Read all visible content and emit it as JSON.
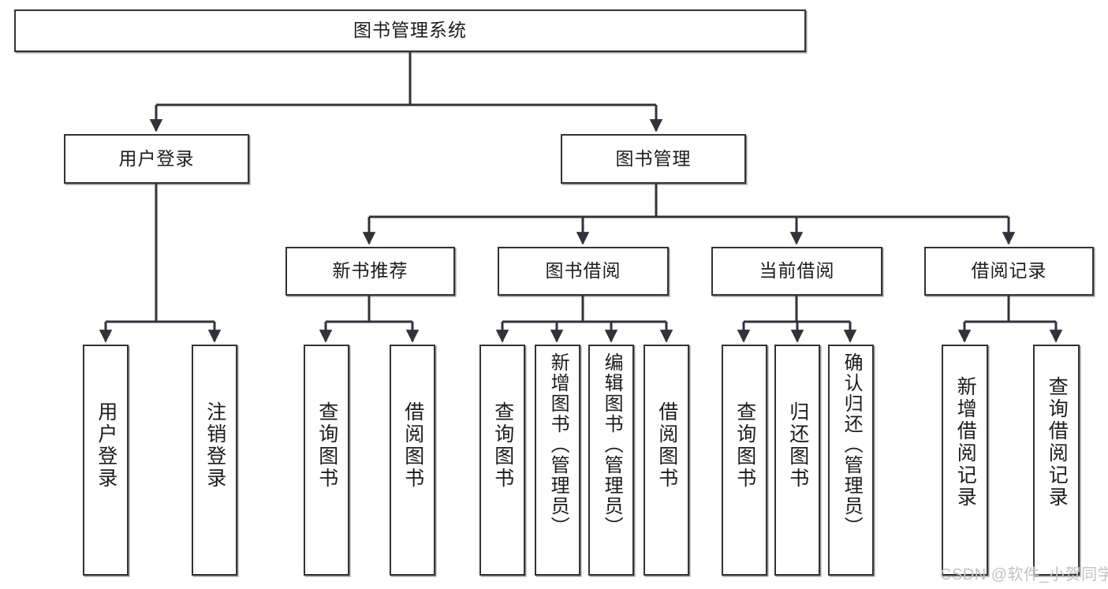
{
  "diagram": {
    "type": "tree-hierarchy-chart",
    "title": "图书管理系统",
    "watermark": "CSDN @软件_小贺同学",
    "colors": {
      "box_border": "#32323a",
      "box_fill": "#ffffff",
      "connector": "#32323a",
      "text": "#1c1c1c",
      "watermark": "#c2c2c2"
    },
    "nodes": {
      "root": {
        "label": "图书管理系统",
        "level": 1
      },
      "level2": [
        {
          "id": "user-login",
          "label": "用户登录"
        },
        {
          "id": "book-management",
          "label": "图书管理"
        }
      ],
      "level3": [
        {
          "id": "new-book-recommend",
          "label": "新书推荐",
          "parent": "book-management"
        },
        {
          "id": "book-borrow",
          "label": "图书借阅",
          "parent": "book-management"
        },
        {
          "id": "current-borrow",
          "label": "当前借阅",
          "parent": "book-management"
        },
        {
          "id": "borrow-record",
          "label": "借阅记录",
          "parent": "book-management"
        }
      ],
      "leaves": {
        "user-login": [
          {
            "id": "leaf-user-login",
            "label": "用户登录"
          },
          {
            "id": "leaf-logout",
            "label": "注销登录"
          }
        ],
        "new-book-recommend": [
          {
            "id": "leaf-query-book-1",
            "label": "查询图书"
          },
          {
            "id": "leaf-borrow-book-1",
            "label": "借阅图书"
          }
        ],
        "book-borrow": [
          {
            "id": "leaf-query-book-2",
            "label": "查询图书"
          },
          {
            "id": "leaf-add-book",
            "label": "新增图书（管理员）"
          },
          {
            "id": "leaf-edit-book",
            "label": "编辑图书（管理员）"
          },
          {
            "id": "leaf-borrow-book-2",
            "label": "借阅图书"
          }
        ],
        "current-borrow": [
          {
            "id": "leaf-query-book-3",
            "label": "查询图书"
          },
          {
            "id": "leaf-return-book",
            "label": "归还图书"
          },
          {
            "id": "leaf-confirm-return",
            "label": "确认归还（管理员）"
          }
        ],
        "borrow-record": [
          {
            "id": "leaf-add-record",
            "label": "新增借阅记录"
          },
          {
            "id": "leaf-query-record",
            "label": "查询借阅记录"
          }
        ]
      }
    }
  }
}
